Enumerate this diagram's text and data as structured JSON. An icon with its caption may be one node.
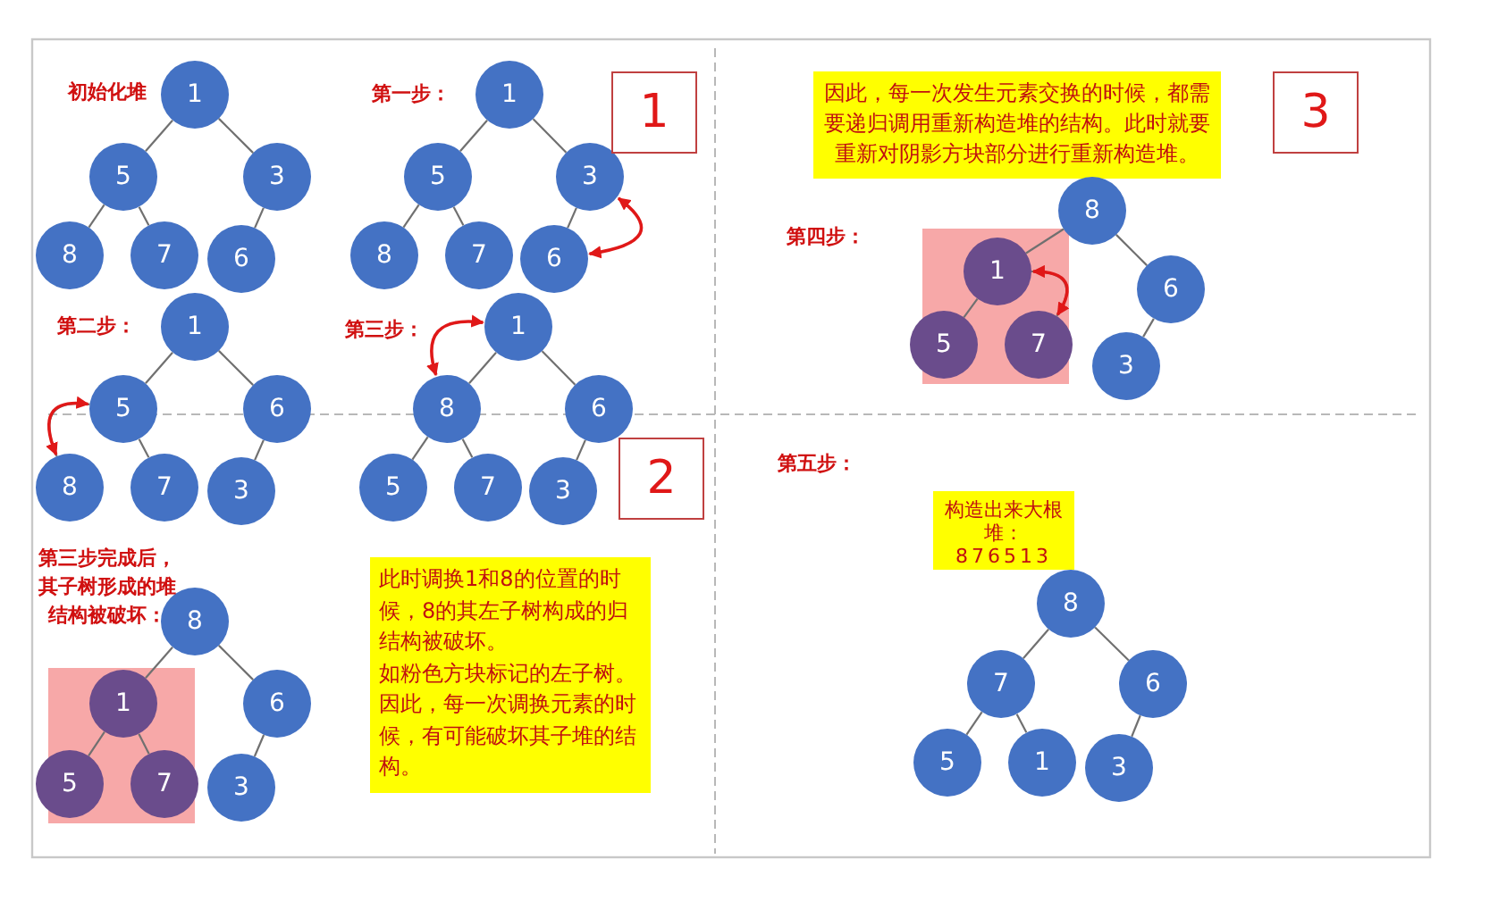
{
  "diagram": {
    "nodes": [
      {
        "text": [
          "1"
        ]
      },
      {
        "text": [
          "5"
        ]
      },
      {
        "text": [
          "3"
        ]
      },
      {
        "text": [
          "8"
        ]
      },
      {
        "text": [
          "7"
        ]
      },
      {
        "text": [
          "6"
        ]
      },
      {
        "text": [
          "1"
        ]
      },
      {
        "text": [
          "5"
        ]
      },
      {
        "text": [
          "3"
        ]
      },
      {
        "text": [
          "8"
        ]
      },
      {
        "text": [
          "7"
        ]
      },
      {
        "text": [
          "6"
        ]
      },
      {
        "text": [
          "1"
        ]
      },
      {
        "text": [
          "因此，每一次发生元素交换的时候，都需要递归调用重新构造堆的结构。此时就要重新对阴影方块部分进行重新构造堆。"
        ]
      },
      {
        "text": [
          "3"
        ]
      },
      {
        "text": [],
        "shape": "box"
      },
      {
        "text": [
          "8"
        ]
      },
      {
        "text": [
          "1"
        ],
        "in": 15
      },
      {
        "text": [
          "6"
        ]
      },
      {
        "text": [
          "5"
        ],
        "in": 15
      },
      {
        "text": [
          "7"
        ],
        "in": 15
      },
      {
        "text": [
          "3"
        ]
      },
      {
        "text": [
          "1"
        ]
      },
      {
        "text": [
          "5"
        ]
      },
      {
        "text": [
          "6"
        ]
      },
      {
        "text": [
          "8"
        ]
      },
      {
        "text": [
          "7"
        ]
      },
      {
        "text": [
          "3"
        ]
      },
      {
        "text": [
          "1"
        ]
      },
      {
        "text": [
          "8"
        ]
      },
      {
        "text": [
          "6"
        ]
      },
      {
        "text": [
          "5"
        ]
      },
      {
        "text": [
          "7"
        ]
      },
      {
        "text": [
          "3"
        ]
      },
      {
        "text": [
          "2"
        ]
      },
      {
        "text": [],
        "shape": "box"
      },
      {
        "text": [
          "8"
        ]
      },
      {
        "text": [
          "1"
        ],
        "in": 35
      },
      {
        "text": [
          "6"
        ]
      },
      {
        "text": [
          "5"
        ],
        "in": 35
      },
      {
        "text": [
          "7"
        ],
        "in": 35
      },
      {
        "text": [
          "3"
        ]
      },
      {
        "text": [
          "此时调换1和8的位置的时候，8的其左子树构成的归结构被破坏。",
          "如粉色方块标记的左子树。",
          "因此，每一次调换元素的时候，有可能破坏其子堆的结构。"
        ]
      },
      {
        "text": [
          "构造出来大根堆：",
          "876513"
        ]
      },
      {
        "text": [
          "8"
        ]
      },
      {
        "text": [
          "7"
        ]
      },
      {
        "text": [
          "6"
        ]
      },
      {
        "text": [
          "5"
        ]
      },
      {
        "text": [
          "1"
        ]
      },
      {
        "text": [
          "3"
        ]
      }
    ],
    "edges": [
      {
        "from": 0,
        "to": 1,
        "arrow": "none"
      },
      {
        "from": 0,
        "to": 2,
        "arrow": "none"
      },
      {
        "from": 1,
        "to": 3,
        "arrow": "none"
      },
      {
        "from": 1,
        "to": 4,
        "arrow": "none"
      },
      {
        "from": 2,
        "to": 5,
        "arrow": "none"
      },
      {
        "from": 6,
        "to": 7,
        "arrow": "none"
      },
      {
        "from": 6,
        "to": 8,
        "arrow": "none"
      },
      {
        "from": 7,
        "to": 9,
        "arrow": "none"
      },
      {
        "from": 7,
        "to": 10,
        "arrow": "none"
      },
      {
        "from": 8,
        "to": 11,
        "arrow": "none"
      },
      {
        "from": 11,
        "to": 8,
        "arrow": "both",
        "color": "#e01818"
      },
      {
        "from": 16,
        "to": 17,
        "arrow": "none"
      },
      {
        "from": 16,
        "to": 18,
        "arrow": "none"
      },
      {
        "from": 17,
        "to": 19,
        "arrow": "none"
      },
      {
        "from": 17,
        "to": 20,
        "arrow": "none"
      },
      {
        "from": 18,
        "to": 21,
        "arrow": "none"
      },
      {
        "from": 17,
        "to": 20,
        "arrow": "both",
        "color": "#e01818"
      },
      {
        "from": 22,
        "to": 23,
        "arrow": "none"
      },
      {
        "from": 22,
        "to": 24,
        "arrow": "none"
      },
      {
        "from": 23,
        "to": 25,
        "arrow": "none"
      },
      {
        "from": 23,
        "to": 26,
        "arrow": "none"
      },
      {
        "from": 24,
        "to": 27,
        "arrow": "none"
      },
      {
        "from": 23,
        "to": 25,
        "arrow": "both",
        "color": "#e01818"
      },
      {
        "from": 28,
        "to": 29,
        "arrow": "none"
      },
      {
        "from": 28,
        "to": 30,
        "arrow": "none"
      },
      {
        "from": 29,
        "to": 31,
        "arrow": "none"
      },
      {
        "from": 29,
        "to": 32,
        "arrow": "none"
      },
      {
        "from": 30,
        "to": 33,
        "arrow": "none"
      },
      {
        "from": 29,
        "to": 28,
        "arrow": "both",
        "color": "#e01818"
      },
      {
        "from": 36,
        "to": 37,
        "arrow": "none"
      },
      {
        "from": 36,
        "to": 38,
        "arrow": "none"
      },
      {
        "from": 37,
        "to": 39,
        "arrow": "none"
      },
      {
        "from": 37,
        "to": 40,
        "arrow": "none"
      },
      {
        "from": 38,
        "to": 41,
        "arrow": "none"
      },
      {
        "from": 44,
        "to": 45,
        "arrow": "none"
      },
      {
        "from": 44,
        "to": 46,
        "arrow": "none"
      },
      {
        "from": 45,
        "to": 47,
        "arrow": "none"
      },
      {
        "from": 45,
        "to": 48,
        "arrow": "none"
      },
      {
        "from": 46,
        "to": 49,
        "arrow": "none"
      }
    ],
    "labels": [
      "初始化堆",
      "第一步：",
      "第四步：",
      "第二步：",
      "第三步：",
      "第五步：",
      "第三步完成后，其子树形成的堆结构被破坏："
    ]
  }
}
